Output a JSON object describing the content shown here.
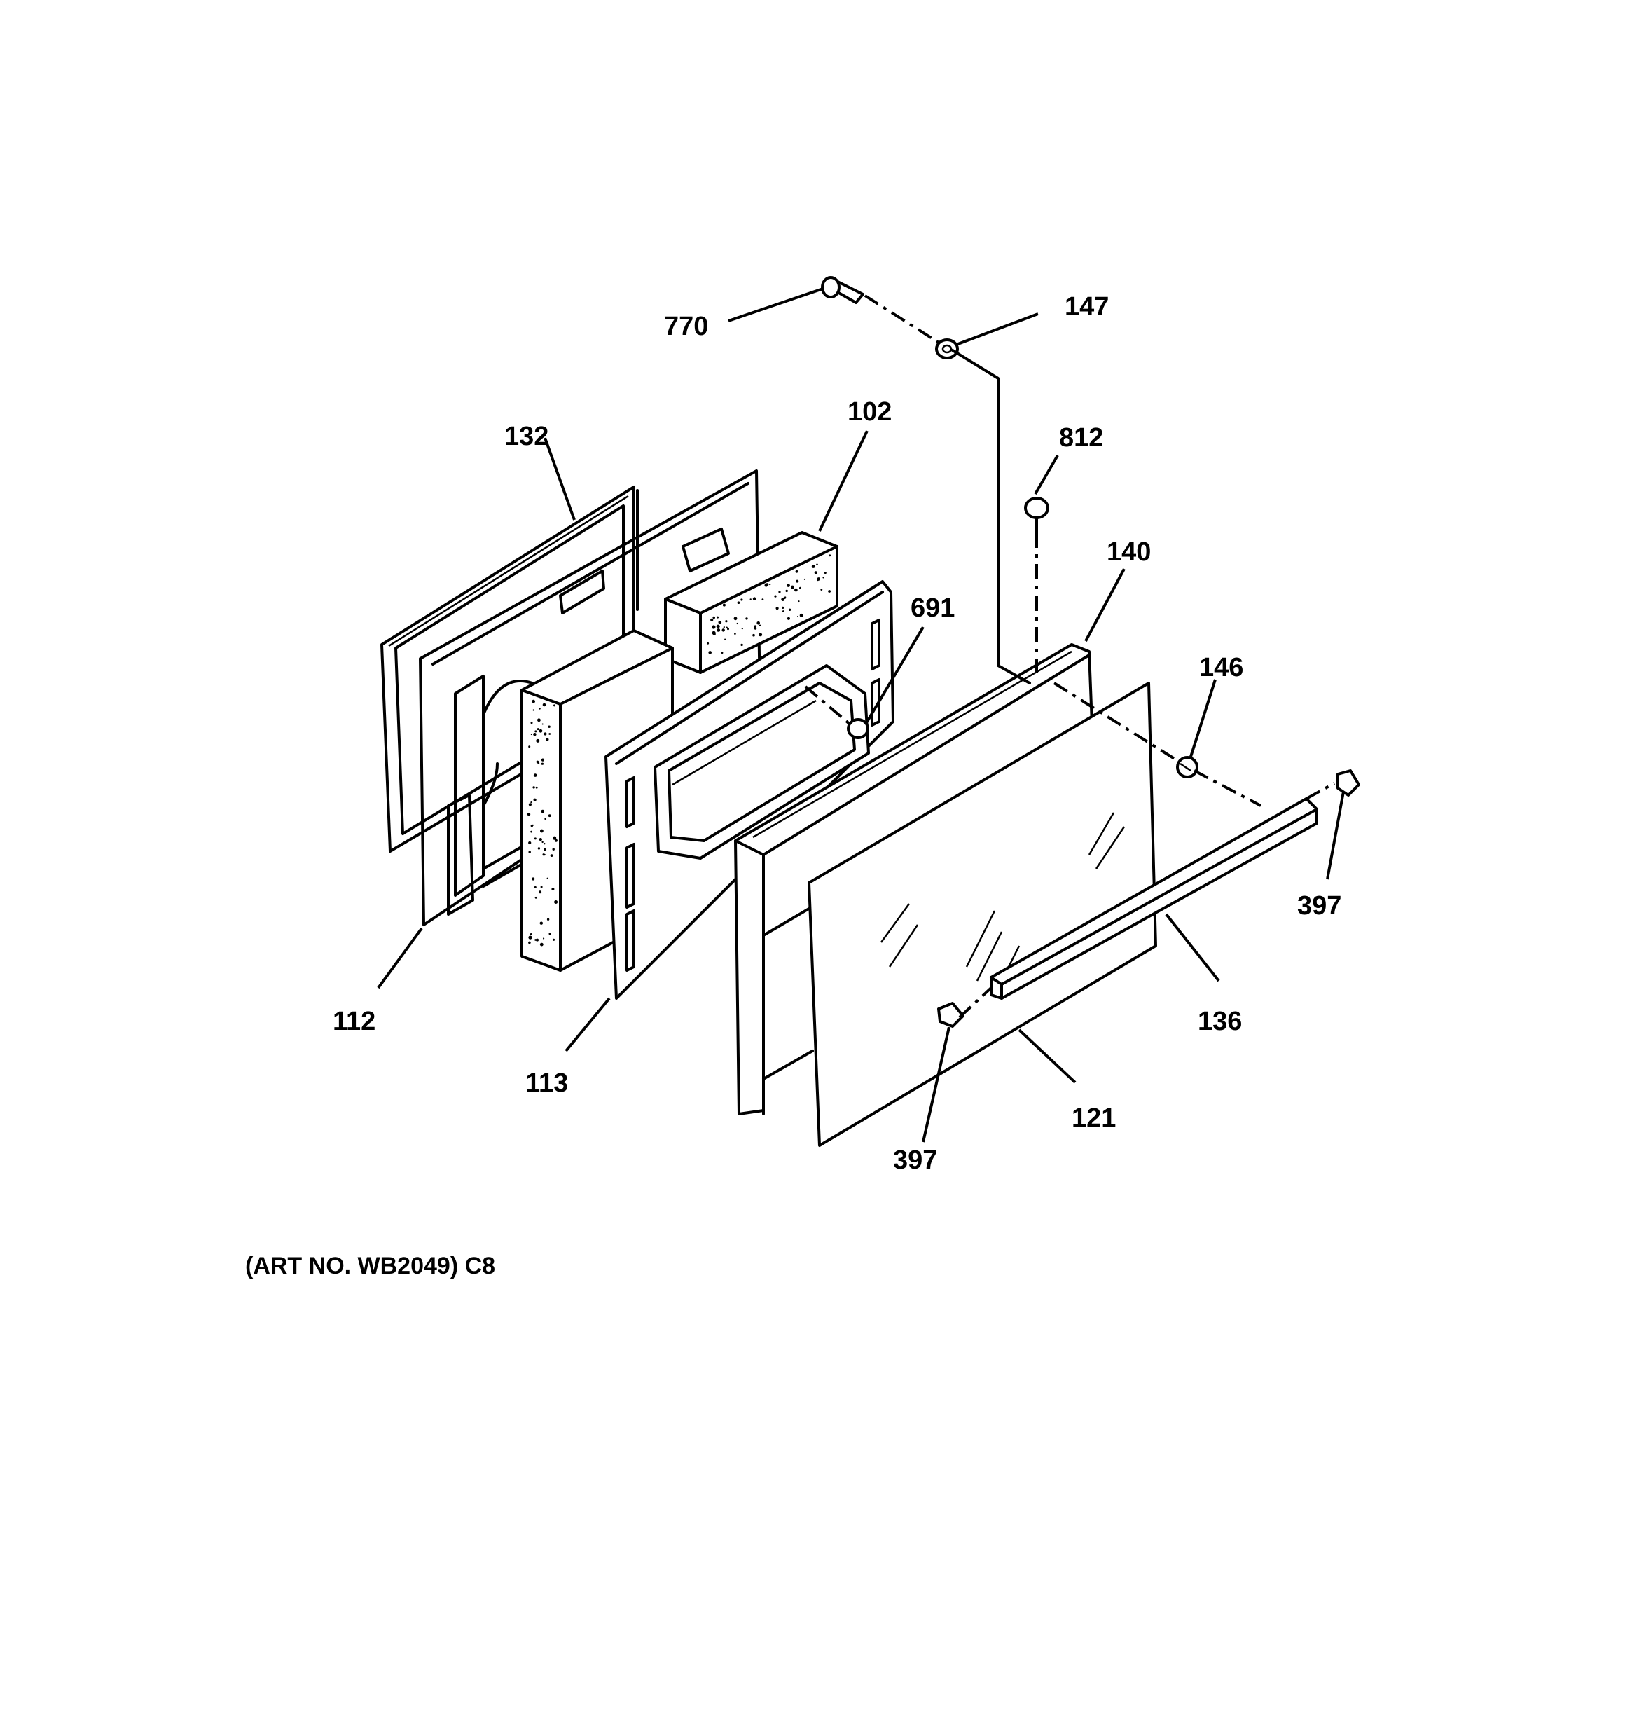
{
  "callouts": {
    "c770": "770",
    "c147": "147",
    "c132": "132",
    "c102": "102",
    "c812": "812",
    "c140": "140",
    "c691": "691",
    "c146": "146",
    "c397_right": "397",
    "c112": "112",
    "c136": "136",
    "c113": "113",
    "c121": "121",
    "c397_bottom": "397"
  },
  "art_number": "(ART NO. WB2049) C8"
}
